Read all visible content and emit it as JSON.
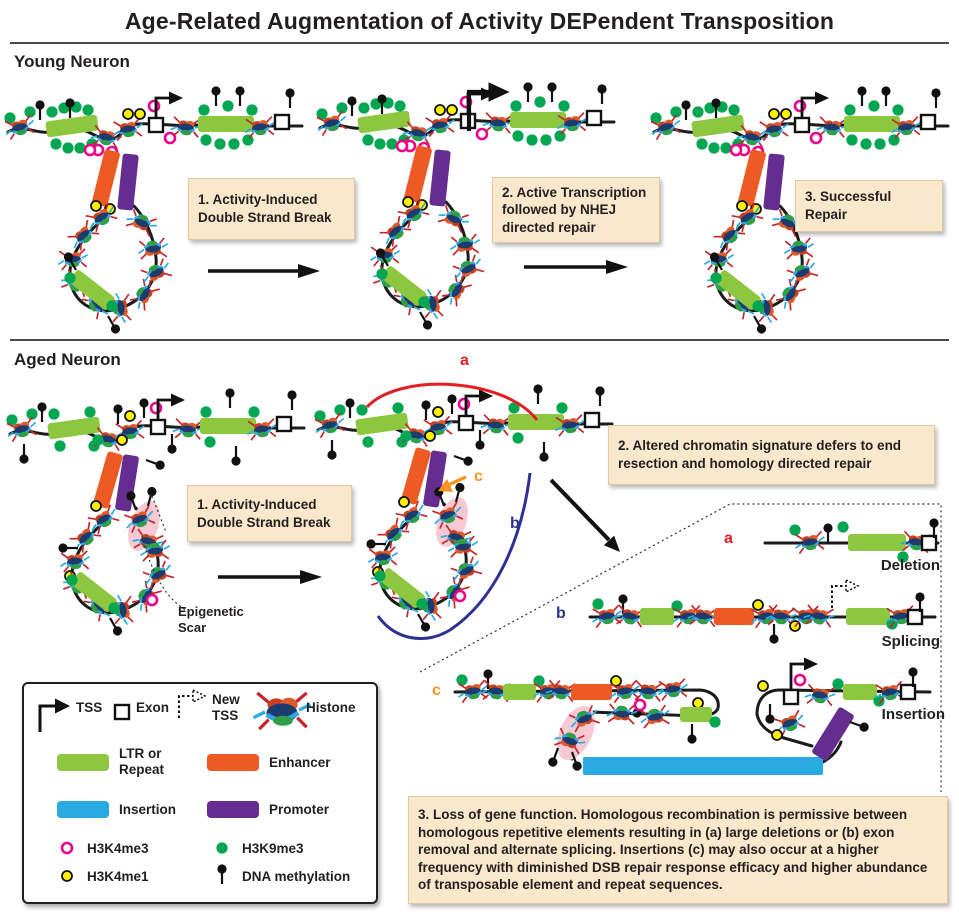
{
  "title": "Age-Related Augmentation of Activity DEPendent Transposition",
  "young": {
    "label": "Young Neuron",
    "step1": "1. Activity-Induced Double Strand Break",
    "step2": "2. Active Transcription followed by NHEJ directed repair",
    "step3": "3. Successful Repair"
  },
  "aged": {
    "label": "Aged Neuron",
    "step1": "1. Activity-Induced Double Strand Break",
    "step2": "2. Altered chromatin signature defers to end resection and homology directed repair",
    "step3": "3. Loss of gene function. Homologous recombination is permissive between homologous repetitive elements resulting in (a) large deletions or (b) exon removal and alternate splicing. Insertions (c) may also occur at a higher frequency with diminished DSB repair response efficacy and higher abundance of transposable element and repeat sequences.",
    "epigenetic_scar": "Epigenetic Scar",
    "paths": {
      "a": "a",
      "b": "b",
      "c": "c"
    },
    "outcomes": {
      "a": "Deletion",
      "b": "Splicing",
      "c": "Insertion"
    }
  },
  "legend": {
    "tss": "TSS",
    "exon": "Exon",
    "new_tss": "New TSS",
    "histone": "Histone",
    "ltr_repeat": "LTR or Repeat",
    "enhancer": "Enhancer",
    "insertion": "Insertion",
    "promoter": "Promoter",
    "h3k4me3": "H3K4me3",
    "h3k9me3": "H3K9me3",
    "h3k4me1": "H3K4me1",
    "dna_methylation": "DNA methylation"
  },
  "colors": {
    "ltr_repeat": "#8DC63F",
    "enhancer": "#EE5A24",
    "insertion": "#29ABE2",
    "promoter": "#662D91",
    "h3k4me3_ring": "#EC008C",
    "h3k9me3": "#00A651",
    "h3k4me1": "#FFF200",
    "dna_methylation": "#000000",
    "path_a": "#E31E24",
    "path_b": "#2E3192",
    "path_c": "#F7941D",
    "callout_bg": "#F9E8CB",
    "scar_highlight": "#F7C9D2"
  }
}
